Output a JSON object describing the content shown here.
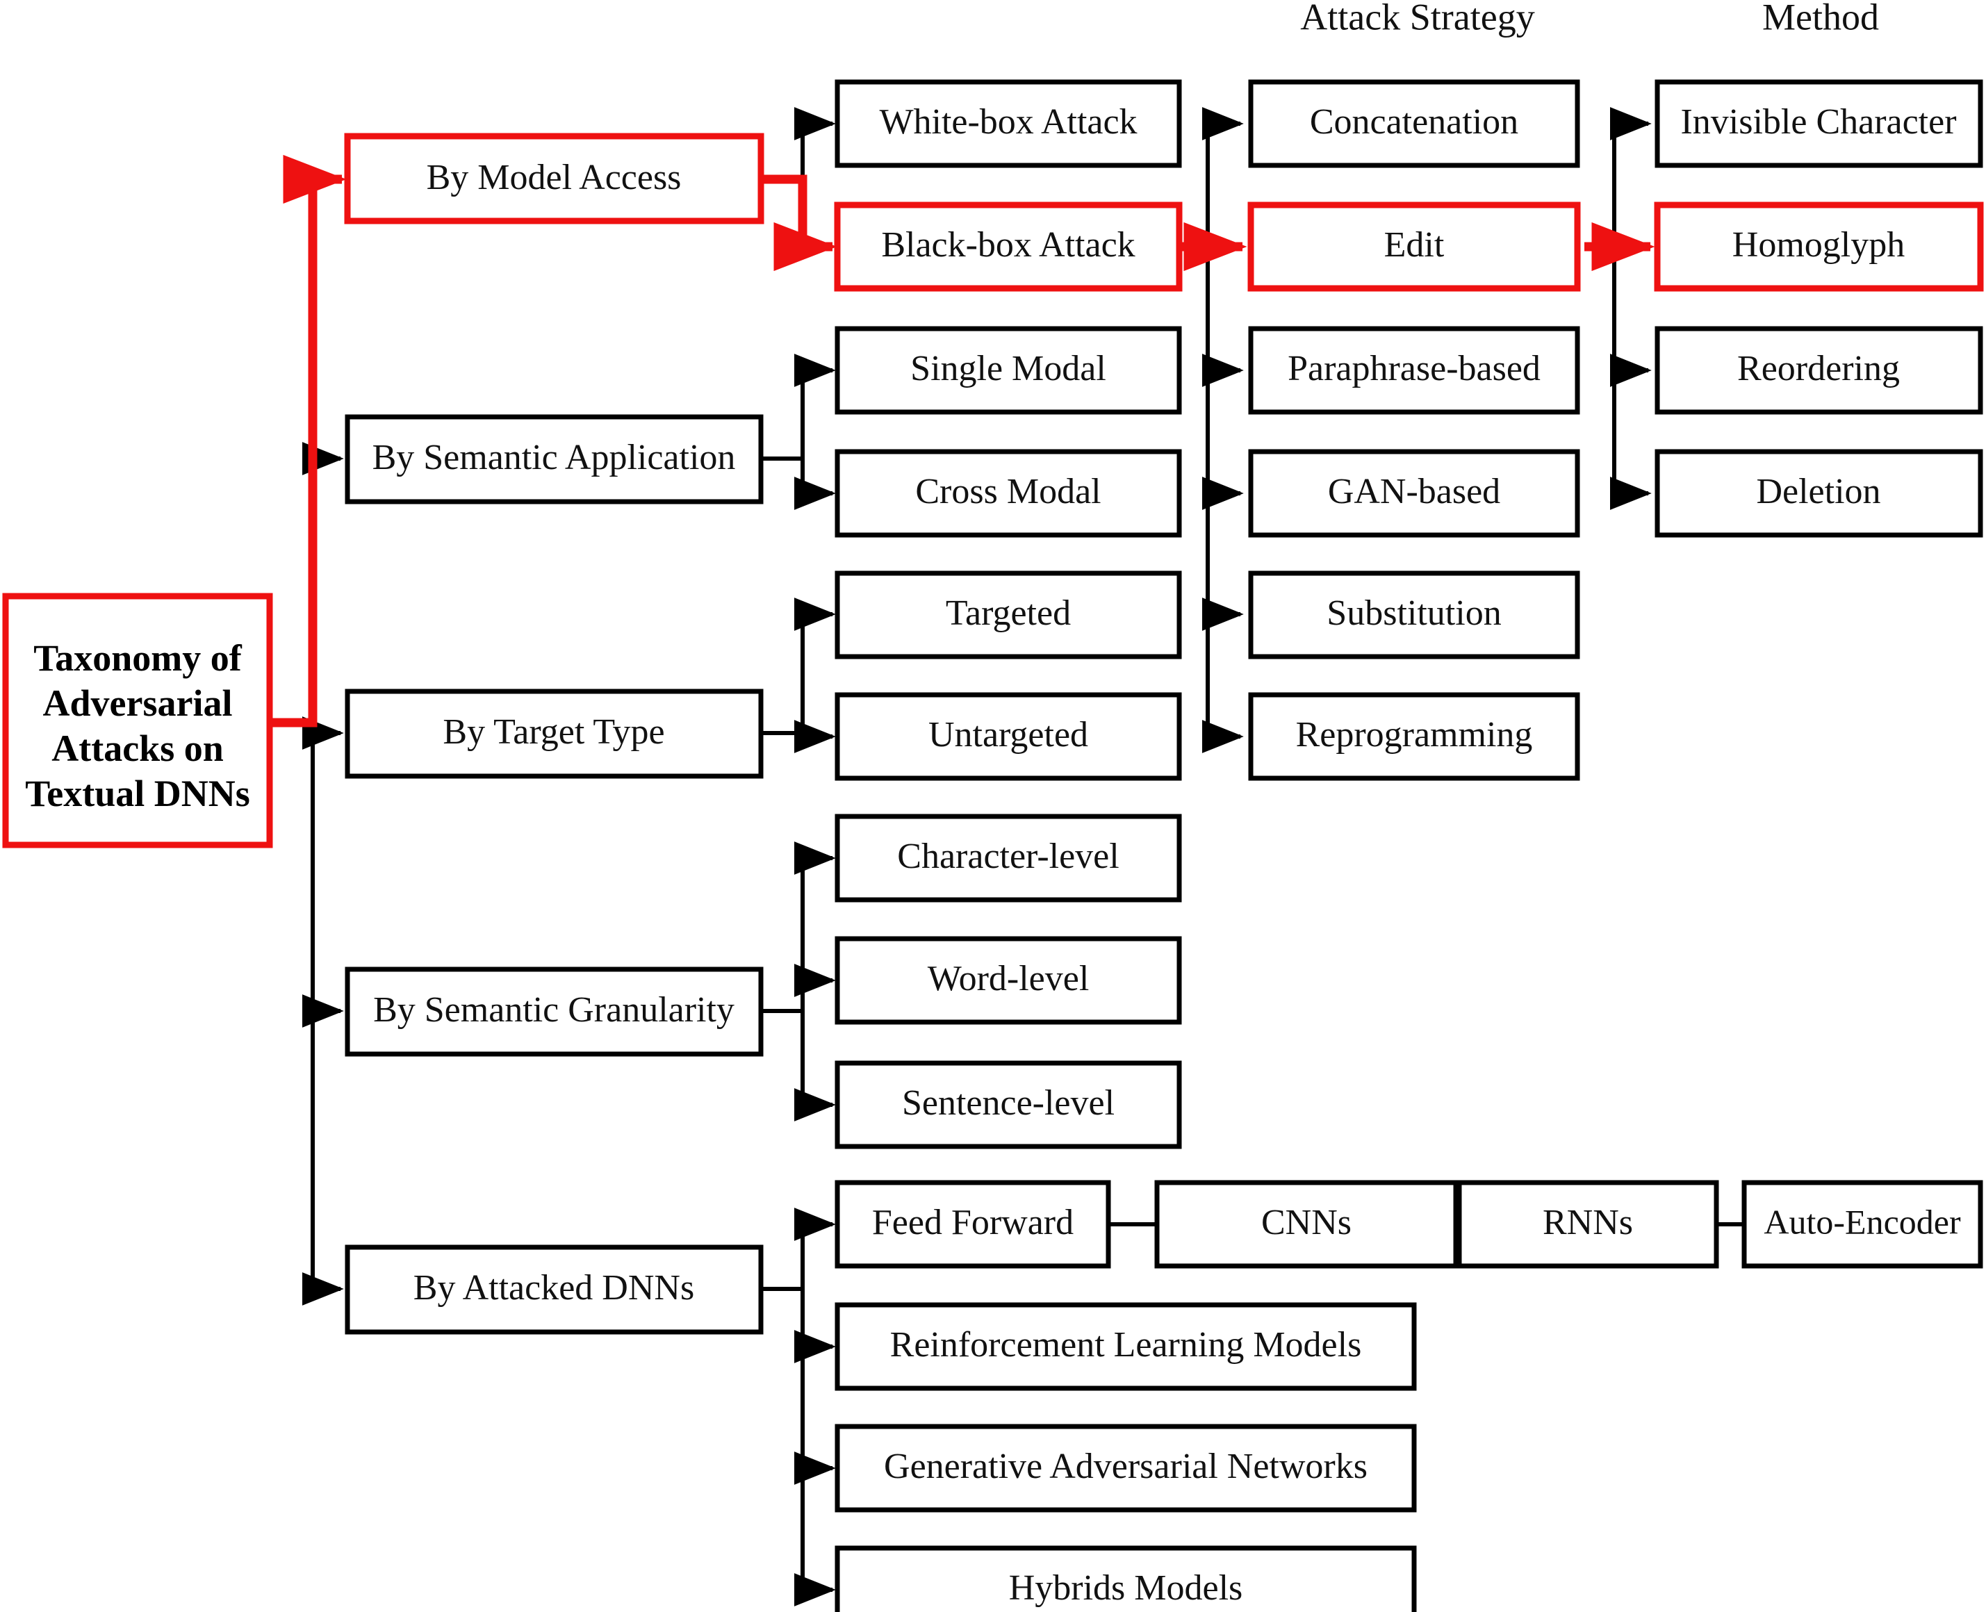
{
  "diagram": {
    "title": "Taxonomy of Adversarial Attacks on Textual DNNs",
    "highlight_color": "#ee1111",
    "line_color": "#000000",
    "box_fill": "#ffffff",
    "headers": [
      {
        "label": "Attack Strategy"
      },
      {
        "label": "Method"
      }
    ],
    "root": {
      "lines": [
        "Taxonomy of",
        "Adversarial",
        "Attacks on",
        "Textual DNNs"
      ],
      "highlighted": true
    },
    "categories": [
      {
        "id": "model-access",
        "label": "By Model Access",
        "highlighted": true
      },
      {
        "id": "semantic-application",
        "label": "By Semantic Application",
        "highlighted": false
      },
      {
        "id": "target-type",
        "label": "By Target Type",
        "highlighted": false
      },
      {
        "id": "semantic-granularity",
        "label": "By Semantic Granularity",
        "highlighted": false
      },
      {
        "id": "attacked-dnns",
        "label": "By Attacked DNNs",
        "highlighted": false
      }
    ],
    "subcategories": [
      {
        "id": "white-box",
        "label": "White-box Attack",
        "parent": "model-access",
        "highlighted": false
      },
      {
        "id": "black-box",
        "label": "Black-box Attack",
        "parent": "model-access",
        "highlighted": true
      },
      {
        "id": "single-modal",
        "label": "Single Modal",
        "parent": "semantic-application",
        "highlighted": false
      },
      {
        "id": "cross-modal",
        "label": "Cross Modal",
        "parent": "semantic-application",
        "highlighted": false
      },
      {
        "id": "targeted",
        "label": "Targeted",
        "parent": "target-type",
        "highlighted": false
      },
      {
        "id": "untargeted",
        "label": "Untargeted",
        "parent": "target-type",
        "highlighted": false
      },
      {
        "id": "char-level",
        "label": "Character-level",
        "parent": "semantic-granularity",
        "highlighted": false
      },
      {
        "id": "word-level",
        "label": "Word-level",
        "parent": "semantic-granularity",
        "highlighted": false
      },
      {
        "id": "sent-level",
        "label": "Sentence-level",
        "parent": "semantic-granularity",
        "highlighted": false
      }
    ],
    "attack_strategies": [
      {
        "id": "concatenation",
        "label": "Concatenation",
        "highlighted": false
      },
      {
        "id": "edit",
        "label": "Edit",
        "highlighted": true
      },
      {
        "id": "paraphrase-based",
        "label": "Paraphrase-based",
        "highlighted": false
      },
      {
        "id": "gan-based",
        "label": "GAN-based",
        "highlighted": false
      },
      {
        "id": "substitution",
        "label": "Substitution",
        "highlighted": false
      },
      {
        "id": "reprogramming",
        "label": "Reprogramming",
        "highlighted": false
      }
    ],
    "methods": [
      {
        "id": "invisible-character",
        "label": "Invisible Character",
        "highlighted": false
      },
      {
        "id": "homoglyph",
        "label": "Homoglyph",
        "highlighted": true
      },
      {
        "id": "reordering",
        "label": "Reordering",
        "highlighted": false
      },
      {
        "id": "deletion",
        "label": "Deletion",
        "highlighted": false
      }
    ],
    "dnn_chain": [
      {
        "id": "feed-forward",
        "label": "Feed Forward"
      },
      {
        "id": "cnns",
        "label": "CNNs"
      },
      {
        "id": "rnns",
        "label": "RNNs"
      },
      {
        "id": "auto-encoder",
        "label": "Auto-Encoder"
      }
    ],
    "dnn_models": [
      {
        "id": "rl-models",
        "label": "Reinforcement Learning Models"
      },
      {
        "id": "gan-models",
        "label": "Generative Adversarial Networks"
      },
      {
        "id": "hybrids",
        "label": "Hybrids Models"
      }
    ],
    "highlighted_path": [
      "Taxonomy of Adversarial Attacks on Textual DNNs",
      "By Model Access",
      "Black-box Attack",
      "Edit",
      "Homoglyph"
    ]
  }
}
